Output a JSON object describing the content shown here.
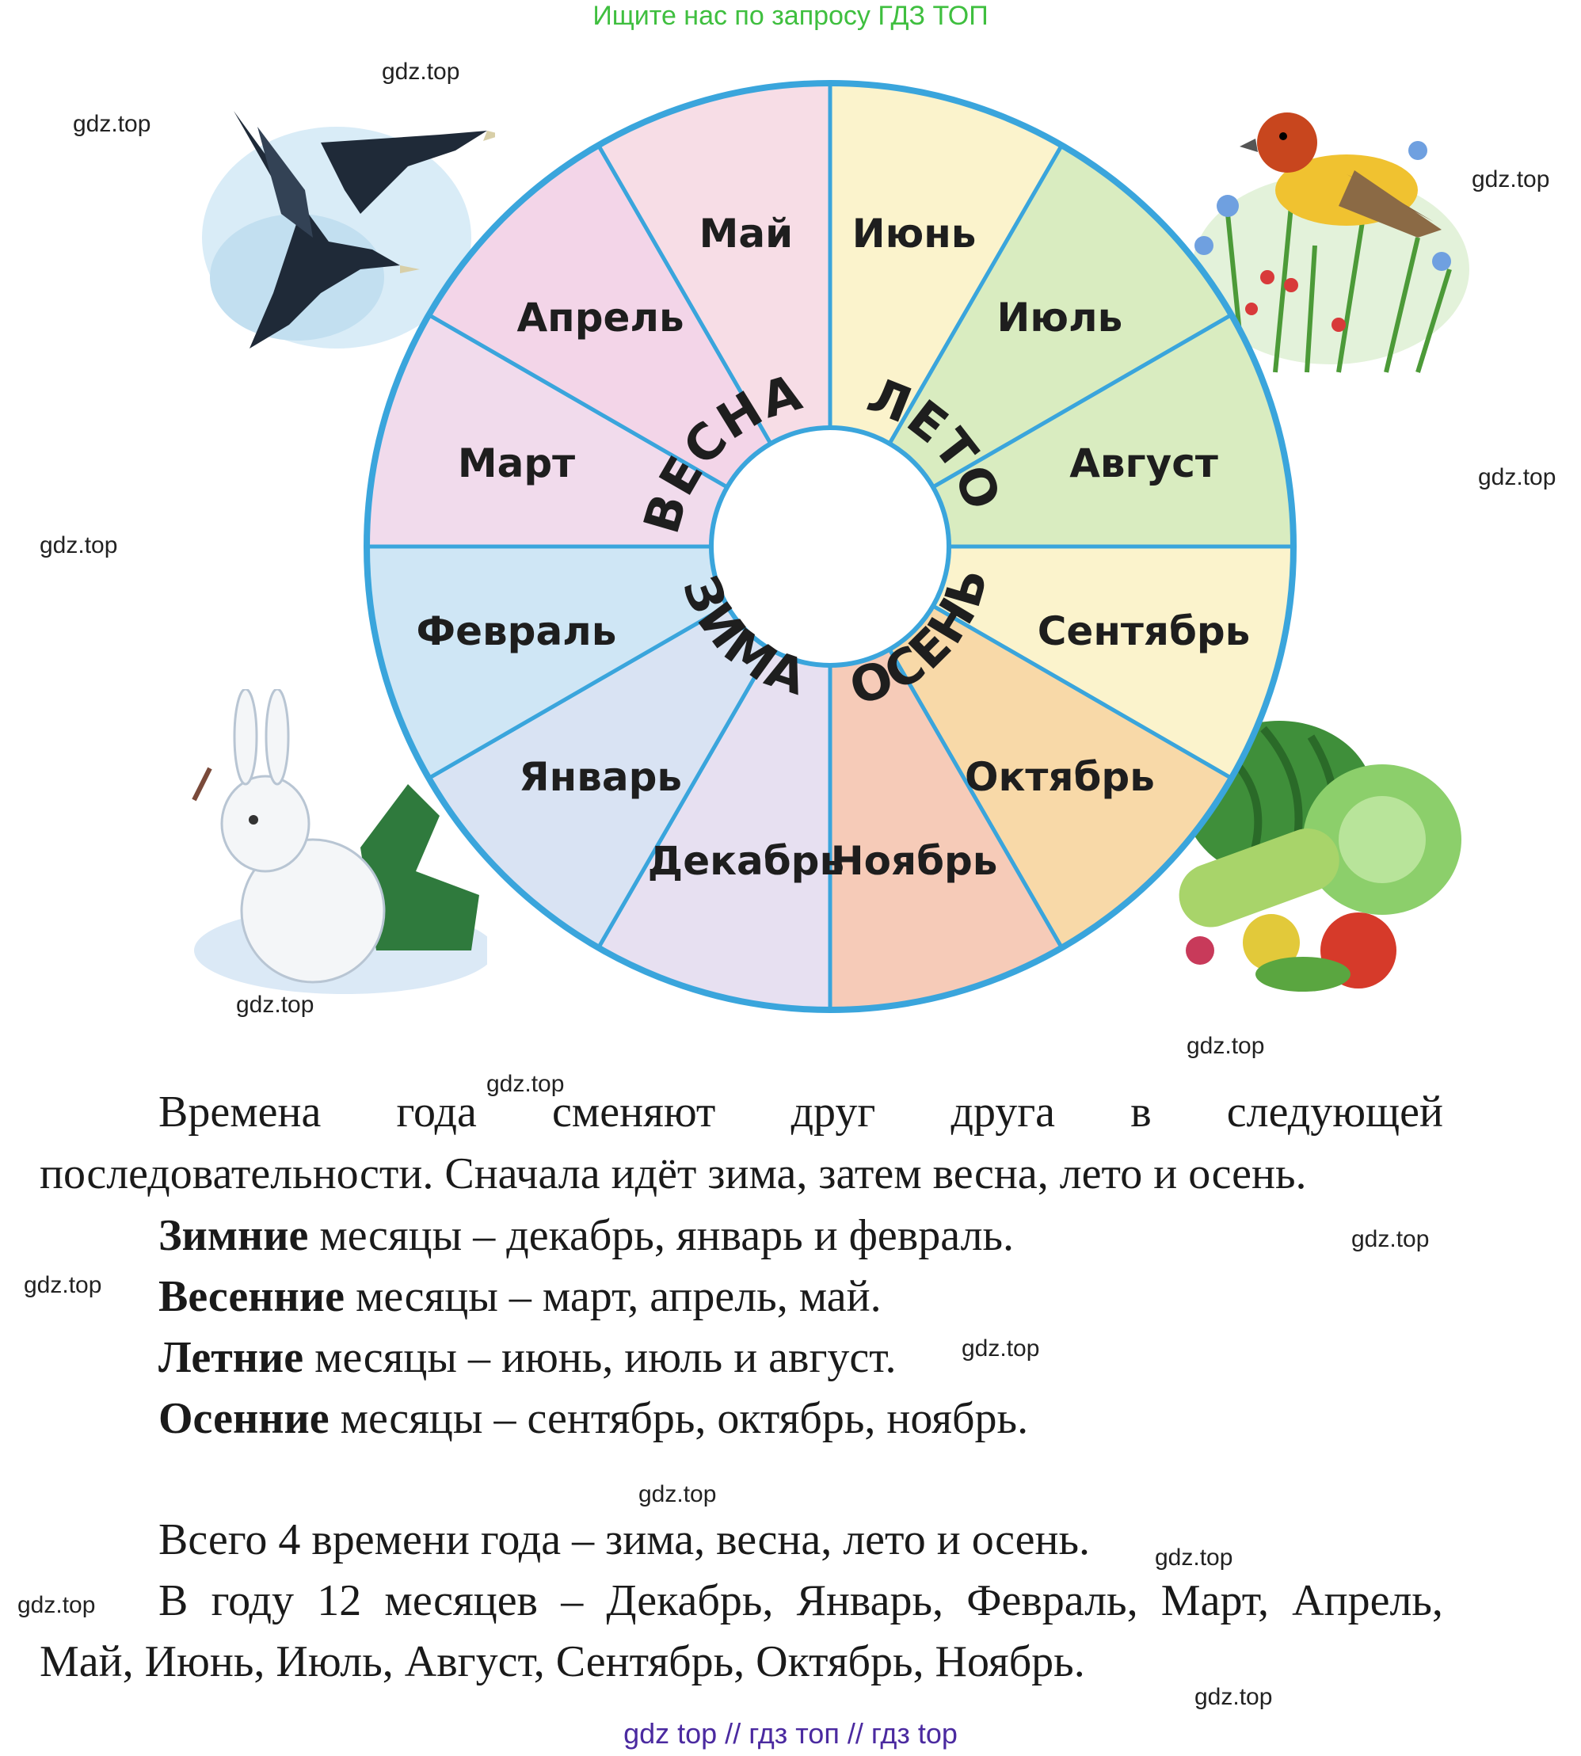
{
  "banner": "Ищите нас по запросу ГДЗ ТОП",
  "watermark": "gdz.top",
  "wheel": {
    "months": [
      "Май",
      "Июнь",
      "Июль",
      "Август",
      "Сентябрь",
      "Октябрь",
      "Ноябрь",
      "Декабрь",
      "Январь",
      "Февраль",
      "Март",
      "Апрель"
    ],
    "seasons": {
      "spring": "ВЕСНА",
      "summer": "ЛЕТО",
      "autumn": "ОСЕНЬ",
      "winter": "ЗИМА"
    },
    "colors": {
      "outline": "#3aa5dc",
      "spring": "#f3d5e8",
      "summer": "#fbf3cc",
      "summer_green": "#d9ecc0",
      "autumn": "#f8d9a8",
      "winter": "#cfe6f5"
    }
  },
  "text": {
    "line1_words": [
      "Времена",
      "года",
      "сменяют",
      "друг",
      "друга",
      "в",
      "следующей"
    ],
    "line2": "последовательности. Сначала идёт зима, затем весна, лето и осень.",
    "winter_bold": "Зимние",
    "winter_rest": " месяцы – декабрь, январь и февраль.",
    "spring_bold": "Весенние",
    "spring_rest": " месяцы – март, апрель, май.",
    "summer_bold": "Летние",
    "summer_rest": " месяцы – июнь, июль и август.",
    "autumn_bold": "Осенние",
    "autumn_rest": " месяцы – сентябрь, октябрь, ноябрь.",
    "total_seasons": "Всего 4 времени года – зима, весна, лето и осень.",
    "months_line1_words": [
      "В",
      "году",
      "12",
      "месяцев",
      "–",
      "Декабрь,",
      "Январь,",
      "Февраль,",
      "Март,",
      "Апрель,"
    ],
    "months_line2": "Май, Июнь, Июль, Август, Сентябрь, Октябрь, Ноябрь."
  },
  "footer": "gdz top  //  гдз топ  //  гдз top"
}
